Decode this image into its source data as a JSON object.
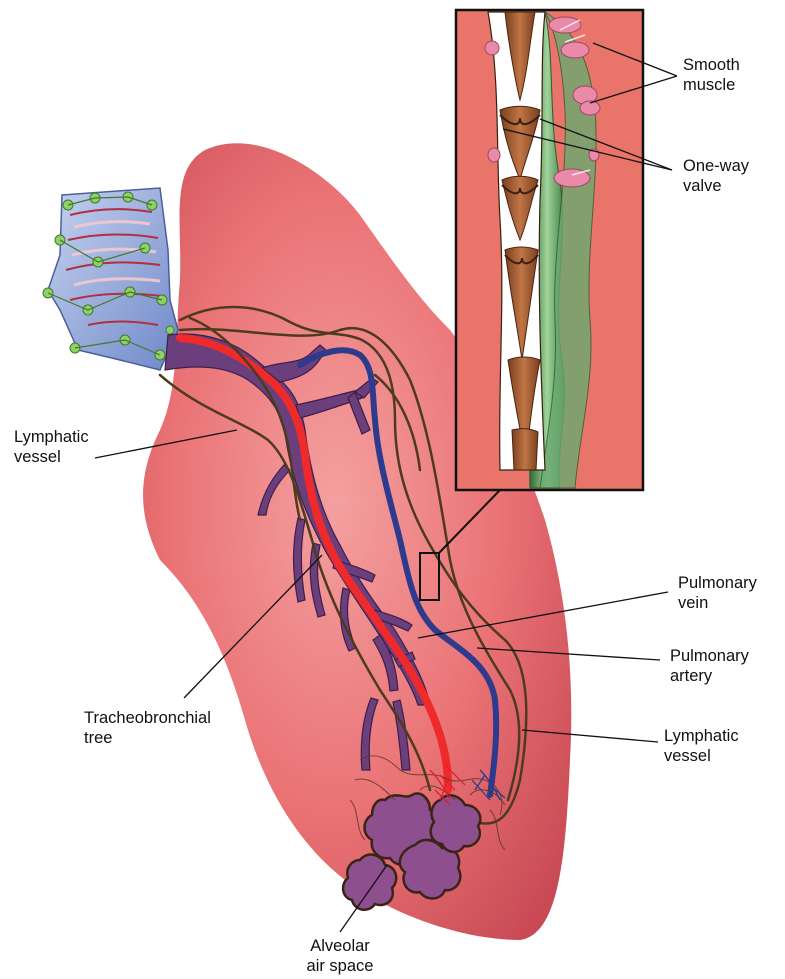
{
  "labels": {
    "smooth_muscle": [
      "Smooth",
      "muscle"
    ],
    "one_way_valve": [
      "One-way",
      "valve"
    ],
    "lymphatic_vessel_left": [
      "Lymphatic",
      "vessel"
    ],
    "pulmonary_vein": [
      "Pulmonary",
      "vein"
    ],
    "pulmonary_artery": [
      "Pulmonary",
      "artery"
    ],
    "tracheobronchial_tree": [
      "Tracheobronchial",
      "tree"
    ],
    "lymphatic_vessel_right": [
      "Lymphatic",
      "vessel"
    ],
    "alveolar_air_space": [
      "Alveolar",
      "air space"
    ]
  },
  "colors": {
    "lung": "#e8676a",
    "bronchus": "#6b3f7c",
    "artery": "#ee2a2a",
    "vein": "#2e3a8c",
    "lymphatic": "#4e3a1e",
    "inset_bg": "#e8746a",
    "valve_tissue": "#9a5a33",
    "lymph_wall_green": "#6aaa70",
    "trachea_blue": "#8ea6dc",
    "node_green": "#8fd068"
  }
}
